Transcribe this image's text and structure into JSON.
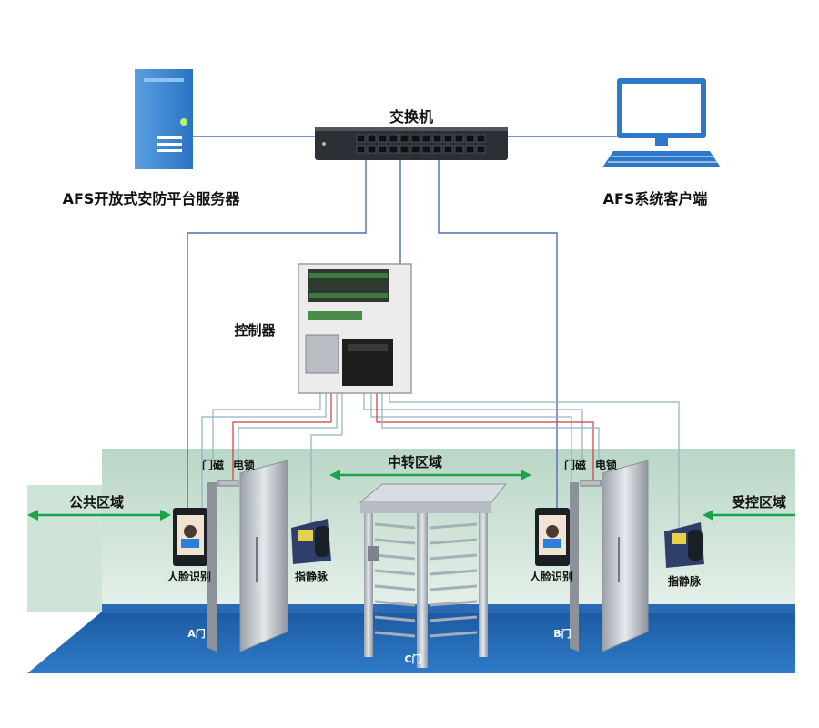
{
  "labels": {
    "switch": "交换机",
    "server": "AFS开放式安防平台服务器",
    "client": "AFS系统客户端",
    "controller": "控制器",
    "door_sensor_a": "门磁",
    "lock_a": "电锁",
    "door_sensor_b": "门磁",
    "lock_b": "电锁",
    "public_zone": "公共区域",
    "transfer_zone": "中转区域",
    "controlled_zone": "受控区域",
    "face_a": "人脸识别",
    "face_b": "人脸识别",
    "vein_a": "指静脉",
    "vein_b": "指静脉",
    "door_a": "A门",
    "door_b": "B门",
    "door_c": "C门"
  },
  "colors": {
    "network_line": "#4a6fb3",
    "signal_line": "#8fb2c4",
    "power_line": "#d23a3a",
    "arrow": "#1aa34a",
    "wall": "#cfe3d6",
    "floor": "#1f62ad"
  }
}
